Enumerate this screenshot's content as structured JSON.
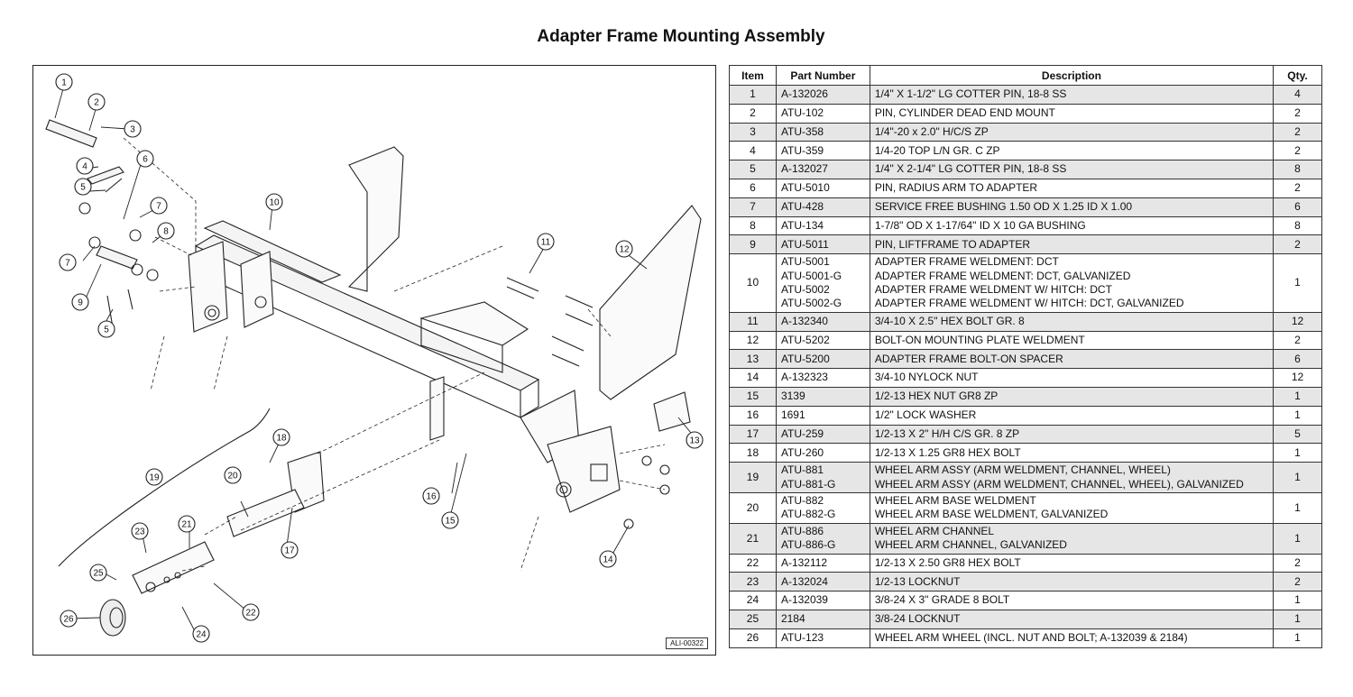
{
  "title": "Adapter Frame Mounting Assembly",
  "drawing_id": "ALI-00322",
  "table": {
    "headers": {
      "item": "Item",
      "part": "Part Number",
      "desc": "Description",
      "qty": "Qty."
    },
    "rows": [
      {
        "item": "1",
        "parts": [
          "A-132026"
        ],
        "descs": [
          "1/4\" X 1-1/2\" LG COTTER PIN, 18-8 SS"
        ],
        "qty": "4"
      },
      {
        "item": "2",
        "parts": [
          "ATU-102"
        ],
        "descs": [
          "PIN, CYLINDER DEAD END MOUNT"
        ],
        "qty": "2"
      },
      {
        "item": "3",
        "parts": [
          "ATU-358"
        ],
        "descs": [
          "1/4\"-20 x 2.0\" H/C/S ZP"
        ],
        "qty": "2"
      },
      {
        "item": "4",
        "parts": [
          "ATU-359"
        ],
        "descs": [
          "1/4-20 TOP L/N GR. C ZP"
        ],
        "qty": "2"
      },
      {
        "item": "5",
        "parts": [
          "A-132027"
        ],
        "descs": [
          "1/4\" X 2-1/4\" LG COTTER PIN, 18-8 SS"
        ],
        "qty": "8"
      },
      {
        "item": "6",
        "parts": [
          "ATU-5010"
        ],
        "descs": [
          "PIN, RADIUS ARM TO ADAPTER"
        ],
        "qty": "2"
      },
      {
        "item": "7",
        "parts": [
          "ATU-428"
        ],
        "descs": [
          "SERVICE FREE BUSHING 1.50 OD  X 1.25 ID  X 1.00"
        ],
        "qty": "6"
      },
      {
        "item": "8",
        "parts": [
          "ATU-134"
        ],
        "descs": [
          "1-7/8\" OD X 1-17/64\" ID X 10 GA BUSHING"
        ],
        "qty": "8"
      },
      {
        "item": "9",
        "parts": [
          "ATU-5011"
        ],
        "descs": [
          "PIN, LIFTFRAME TO ADAPTER"
        ],
        "qty": "2"
      },
      {
        "item": "10",
        "parts": [
          "ATU-5001",
          "ATU-5001-G",
          "ATU-5002",
          "ATU-5002-G"
        ],
        "descs": [
          "ADAPTER FRAME WELDMENT: DCT",
          "ADAPTER FRAME WELDMENT: DCT, GALVANIZED",
          "ADAPTER FRAME WELDMENT W/ HITCH: DCT",
          "ADAPTER FRAME WELDMENT W/ HITCH: DCT, GALVANIZED"
        ],
        "qty": "1"
      },
      {
        "item": "11",
        "parts": [
          "A-132340"
        ],
        "descs": [
          "3/4-10 X 2.5\" HEX BOLT GR. 8"
        ],
        "qty": "12"
      },
      {
        "item": "12",
        "parts": [
          "ATU-5202"
        ],
        "descs": [
          "BOLT-ON MOUNTING PLATE WELDMENT"
        ],
        "qty": "2"
      },
      {
        "item": "13",
        "parts": [
          "ATU-5200"
        ],
        "descs": [
          "ADAPTER FRAME BOLT-ON SPACER"
        ],
        "qty": "6"
      },
      {
        "item": "14",
        "parts": [
          "A-132323"
        ],
        "descs": [
          "3/4-10 NYLOCK NUT"
        ],
        "qty": "12"
      },
      {
        "item": "15",
        "parts": [
          "3139"
        ],
        "descs": [
          "1/2-13 HEX NUT GR8 ZP"
        ],
        "qty": "1"
      },
      {
        "item": "16",
        "parts": [
          "1691"
        ],
        "descs": [
          "1/2\" LOCK WASHER"
        ],
        "qty": "1"
      },
      {
        "item": "17",
        "parts": [
          "ATU-259"
        ],
        "descs": [
          "1/2-13 X 2\" H/H C/S GR. 8 ZP"
        ],
        "qty": "5"
      },
      {
        "item": "18",
        "parts": [
          "ATU-260"
        ],
        "descs": [
          "1/2-13 X 1.25 GR8 HEX BOLT"
        ],
        "qty": "1"
      },
      {
        "item": "19",
        "parts": [
          "ATU-881",
          "ATU-881-G"
        ],
        "descs": [
          "WHEEL ARM ASSY (ARM WELDMENT, CHANNEL, WHEEL)",
          "WHEEL ARM ASSY (ARM WELDMENT, CHANNEL, WHEEL), GALVANIZED"
        ],
        "qty": "1"
      },
      {
        "item": "20",
        "parts": [
          "ATU-882",
          "ATU-882-G"
        ],
        "descs": [
          "WHEEL ARM BASE WELDMENT",
          "WHEEL ARM BASE WELDMENT, GALVANIZED"
        ],
        "qty": "1"
      },
      {
        "item": "21",
        "parts": [
          "ATU-886",
          "ATU-886-G"
        ],
        "descs": [
          "WHEEL ARM CHANNEL",
          "WHEEL ARM CHANNEL, GALVANIZED"
        ],
        "qty": "1"
      },
      {
        "item": "22",
        "parts": [
          "A-132112"
        ],
        "descs": [
          "1/2-13 X 2.50 GR8 HEX BOLT"
        ],
        "qty": "2"
      },
      {
        "item": "23",
        "parts": [
          "A-132024"
        ],
        "descs": [
          "1/2-13 LOCKNUT"
        ],
        "qty": "2"
      },
      {
        "item": "24",
        "parts": [
          "A-132039"
        ],
        "descs": [
          "3/8-24 X 3\" GRADE 8 BOLT"
        ],
        "qty": "1"
      },
      {
        "item": "25",
        "parts": [
          "2184"
        ],
        "descs": [
          "3/8-24 LOCKNUT"
        ],
        "qty": "1"
      },
      {
        "item": "26",
        "parts": [
          "ATU-123"
        ],
        "descs": [
          "WHEEL ARM WHEEL (INCL. NUT AND BOLT; A-132039 & 2184)"
        ],
        "qty": "1"
      }
    ]
  },
  "callouts": [
    "1",
    "2",
    "3",
    "4",
    "5",
    "6",
    "7",
    "8",
    "9",
    "5",
    "10",
    "11",
    "12",
    "13",
    "14",
    "15",
    "16",
    "17",
    "18",
    "19",
    "20",
    "21",
    "22",
    "23",
    "24",
    "25",
    "26"
  ]
}
